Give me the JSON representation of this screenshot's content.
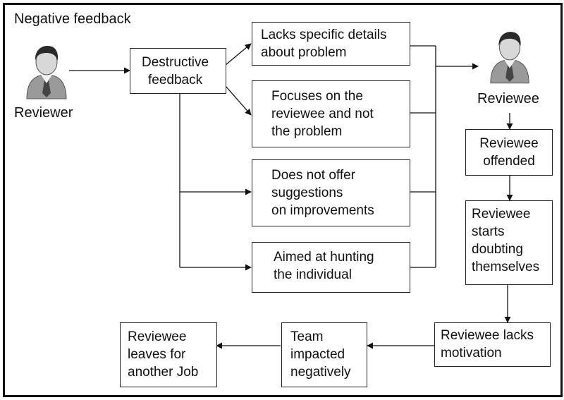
{
  "title": "Negative feedback",
  "reviewer_label": "Reviewer",
  "reviewee_label": "Reviewee",
  "boxes": {
    "destructive": [
      "Destructive",
      "feedback"
    ],
    "lacks_details": [
      "Lacks specific details",
      "about problem"
    ],
    "focuses": [
      "Focuses on the",
      "reviewee and not",
      "the problem"
    ],
    "no_suggestions": [
      "Does not offer",
      "suggestions",
      "on improvements"
    ],
    "aimed": [
      "Aimed at hunting",
      "the individual"
    ],
    "offended": [
      "Reviewee",
      "offended"
    ],
    "doubting": [
      "Reviewee",
      "starts",
      "doubting",
      "themselves"
    ],
    "lacks_motivation": [
      "Reviewee lacks",
      "motivation"
    ],
    "team": [
      "Team",
      "impacted",
      "negatively"
    ],
    "leaves": [
      "Reviewee",
      "leaves for",
      "another Job"
    ]
  },
  "colors": {
    "line": "#111111",
    "person_fill": "#9a9a9a",
    "head_fill": "#d8d8d8",
    "hair": "#2a2a2a",
    "tie": "#444444"
  }
}
